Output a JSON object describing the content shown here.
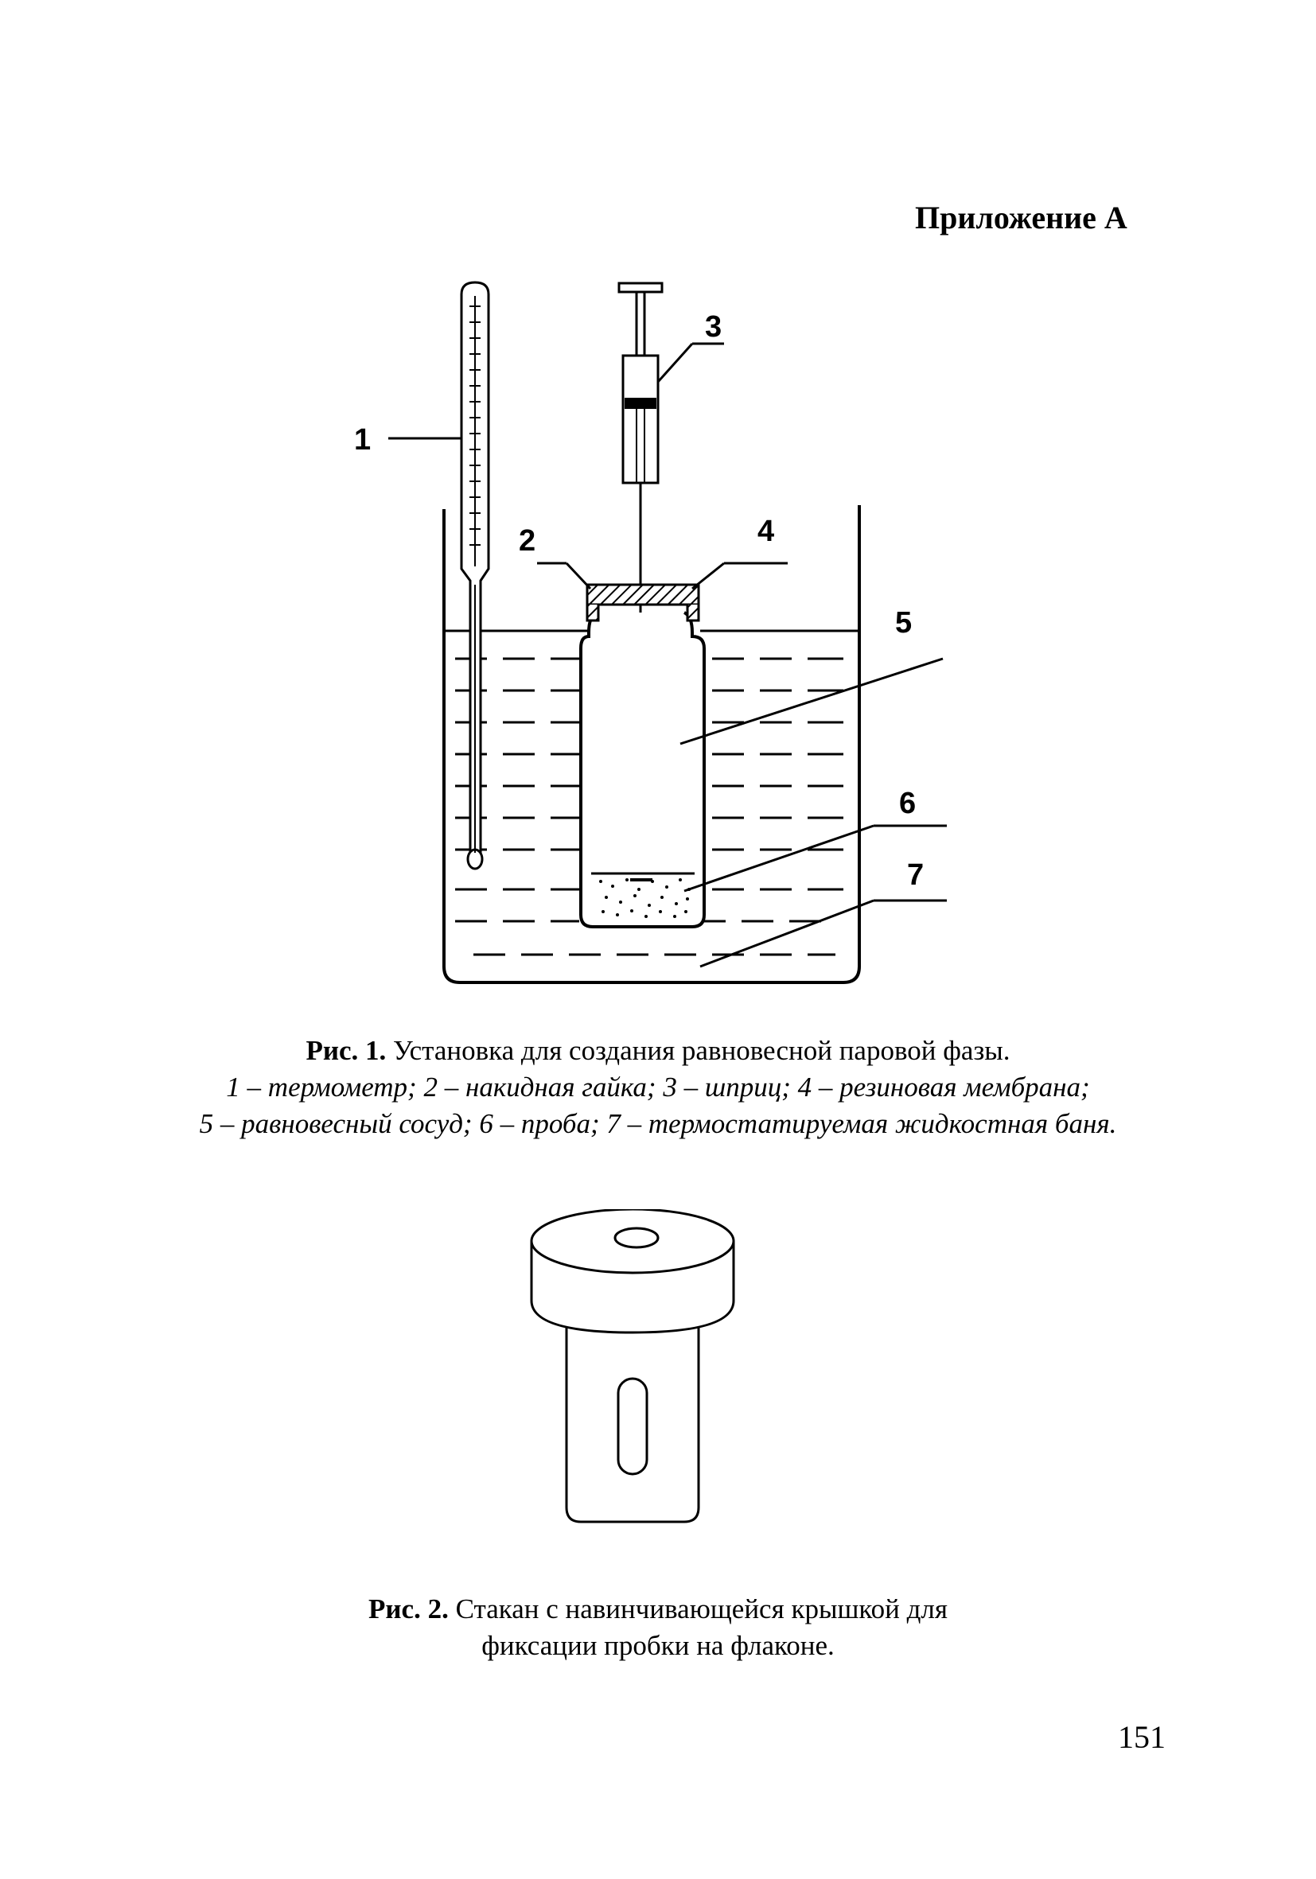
{
  "header": {
    "appendix_title": "Приложение А"
  },
  "figure1": {
    "labels": [
      "1",
      "2",
      "3",
      "4",
      "5",
      "6",
      "7"
    ],
    "caption_lead": "Рис. 1.",
    "caption_title": " Установка для создания равновесной паровой фазы.",
    "legend_line1": "1 – термометр; 2 – накидная гайка; 3 – шприц; 4 – резиновая мембрана;",
    "legend_line2": "5 – равновесный сосуд; 6 – проба; 7 – термостатируемая жидкостная баня."
  },
  "figure2": {
    "caption_lead": "Рис. 2.",
    "caption_line1": " Стакан с навинчивающейся крышкой для",
    "caption_line2": "фиксации пробки на флаконе."
  },
  "page_number": "151"
}
